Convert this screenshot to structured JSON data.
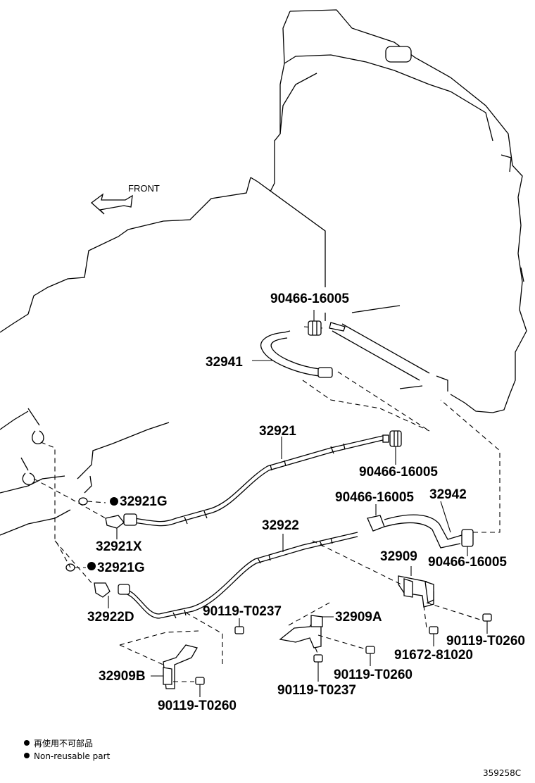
{
  "direction_label": "FRONT",
  "parts": {
    "p90466_top": "90466-16005",
    "p32941": "32941",
    "p32921": "32921",
    "p90466_mid": "90466-16005",
    "p32921G_a": "32921G",
    "p32921X": "32921X",
    "p32921G_b": "32921G",
    "p32922D": "32922D",
    "p32922": "32922",
    "p90466_left": "90466-16005",
    "p32942": "32942",
    "p90466_right": "90466-16005",
    "p32909": "32909",
    "p90119_T0237_a": "90119-T0237",
    "p32909A": "32909A",
    "p32909B": "32909B",
    "p90119_T0260_a": "90119-T0260",
    "p90119_T0260_b": "90119-T0260",
    "p90119_T0237_b": "90119-T0237",
    "p90119_T0260_c": "90119-T0260",
    "p91672": "91672-81020"
  },
  "legend": {
    "jp": "再使用不可部品",
    "en": "Non-reusable part"
  },
  "diagram_id": "359258C"
}
